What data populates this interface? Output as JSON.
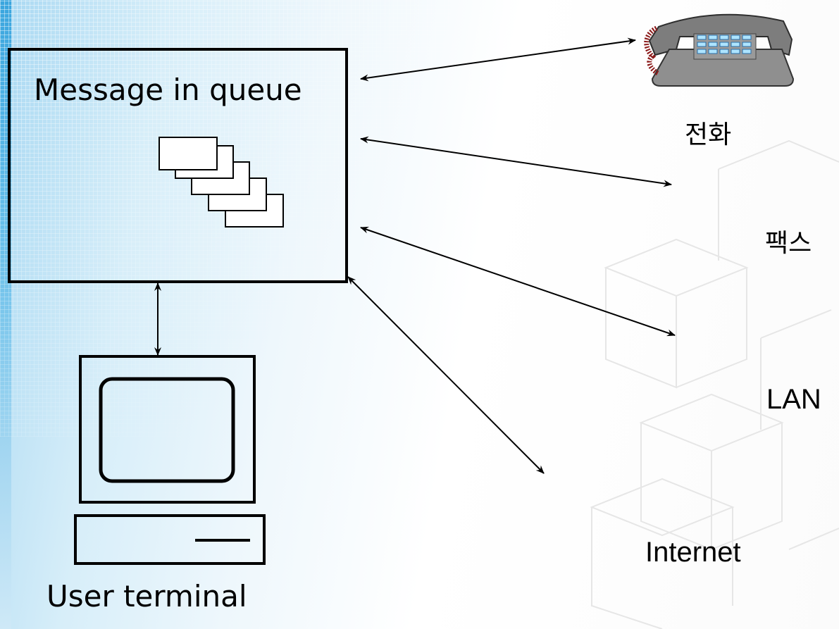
{
  "labels": {
    "queue": "Message in queue",
    "phone": "전화",
    "fax": "팩스",
    "lan": "LAN",
    "internet": "Internet",
    "terminal": "User terminal"
  }
}
